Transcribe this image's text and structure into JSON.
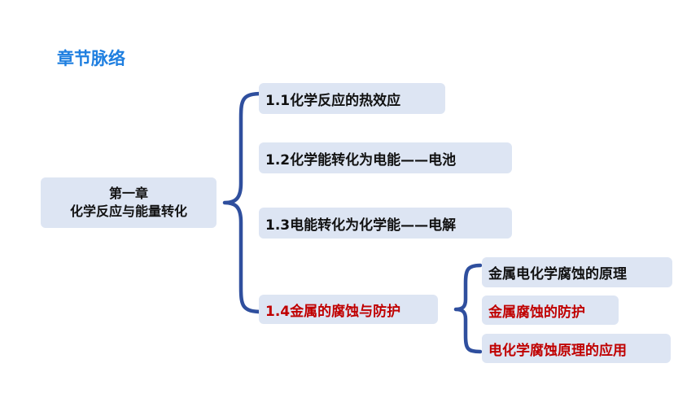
{
  "header": {
    "title": "章节脉络"
  },
  "root": {
    "line1": "第一章",
    "line2": "化学反应与能量转化"
  },
  "sections": [
    {
      "label": "1.1化学反应的热效应",
      "highlight": false
    },
    {
      "label": "1.2化学能转化为电能——电池",
      "highlight": false
    },
    {
      "label": "1.3电能转化为化学能——电解",
      "highlight": false
    },
    {
      "label": "1.4金属的腐蚀与防护",
      "highlight": true
    }
  ],
  "subsections": [
    {
      "label": "金属电化学腐蚀的原理",
      "highlight": false
    },
    {
      "label": "金属腐蚀的防护",
      "highlight": true
    },
    {
      "label": "电化学腐蚀原理的应用",
      "highlight": true
    }
  ],
  "colors": {
    "title": "#1f7fe0",
    "box_bg": "#dde5f3",
    "brace": "#2f4f9e",
    "highlight_text": "#c00000",
    "normal_text": "#111111"
  }
}
